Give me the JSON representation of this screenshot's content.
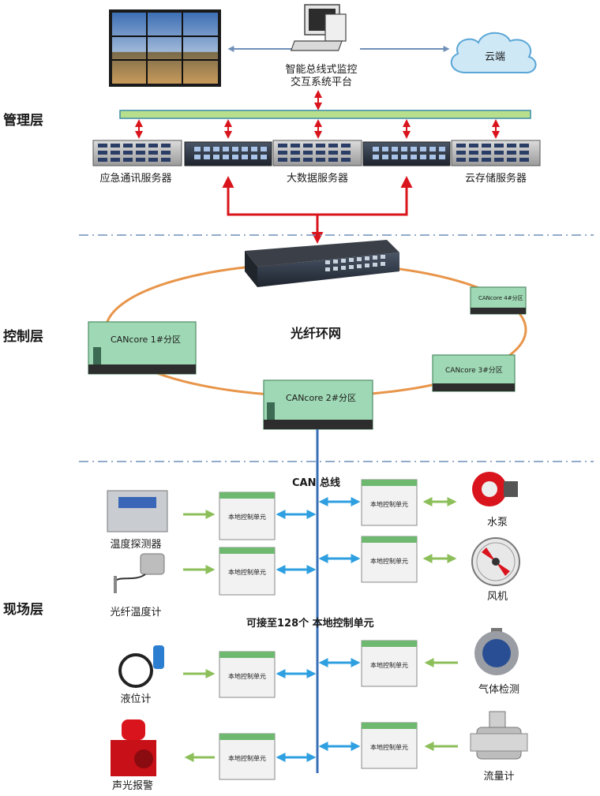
{
  "layers": {
    "management": "管理层",
    "control": "控制层",
    "field": "现场层"
  },
  "top": {
    "platform_line1": "智能总线式监控",
    "platform_line2": "交互系统平台",
    "cloud": "云端"
  },
  "servers": {
    "emergency": "应急通讯服务器",
    "bigdata": "大数据服务器",
    "cloud_storage": "云存储服务器"
  },
  "ring": {
    "label": "光纤环网",
    "zone1": "CANcore 1#分区",
    "zone2": "CANcore 2#分区",
    "zone3": "CANcore 3#分区",
    "zone4": "CANcore 4#分区"
  },
  "field": {
    "can_bus": "CAN 总线",
    "capacity_note": "可接至128个 本地控制单元",
    "unit_label": "本地控制单元",
    "left_devices": [
      "温度探测器",
      "光纤温度计",
      "液位计",
      "声光报警"
    ],
    "right_devices": [
      "水泵",
      "风机",
      "气体检测",
      "流量计"
    ]
  },
  "colors": {
    "network_arrow": "#d9141c",
    "ring": "#e8954a",
    "can_bus": "#3a6fb7",
    "bidir_arrow": "#2e9fe0",
    "sensor_arrow": "#8cbf5a",
    "module_green": "#9fd8b4",
    "backbone_bar": "#b8e08c"
  }
}
